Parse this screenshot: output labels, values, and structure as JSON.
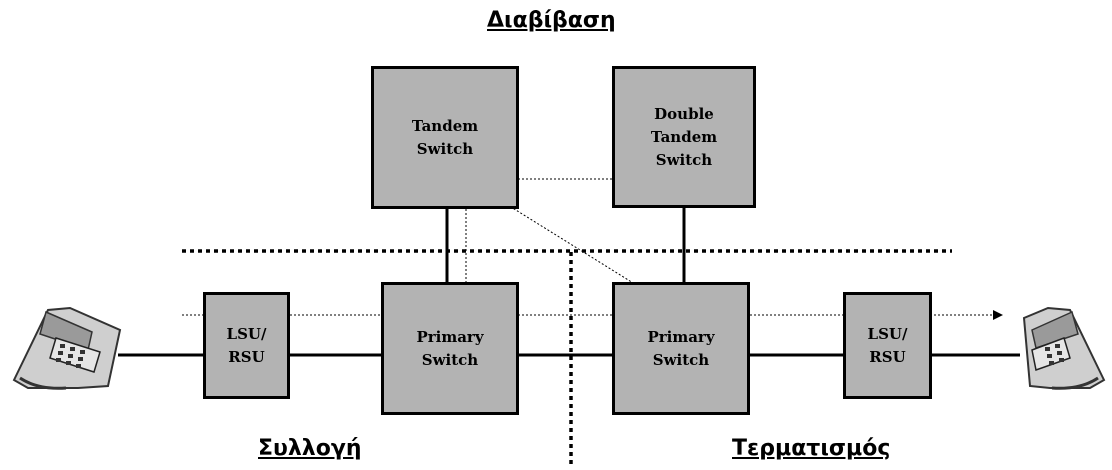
{
  "headings": {
    "transit": "Διαβίβαση",
    "collection": "Συλλογή",
    "termination": "Τερματισμός"
  },
  "nodes": {
    "tandem_switch": "Tandem\nSwitch",
    "double_tandem_switch": "Double\nTandem\nSwitch",
    "lsu_left": "LSU/\nRSU",
    "primary_left": "Primary\nSwitch",
    "primary_right": "Primary\nSwitch",
    "lsu_right": "LSU/\nRSU"
  },
  "icons": {
    "left_phone": "telephone-icon",
    "right_phone": "telephone-icon"
  },
  "colors": {
    "box_fill": "#b3b3b3",
    "line": "#000000"
  }
}
